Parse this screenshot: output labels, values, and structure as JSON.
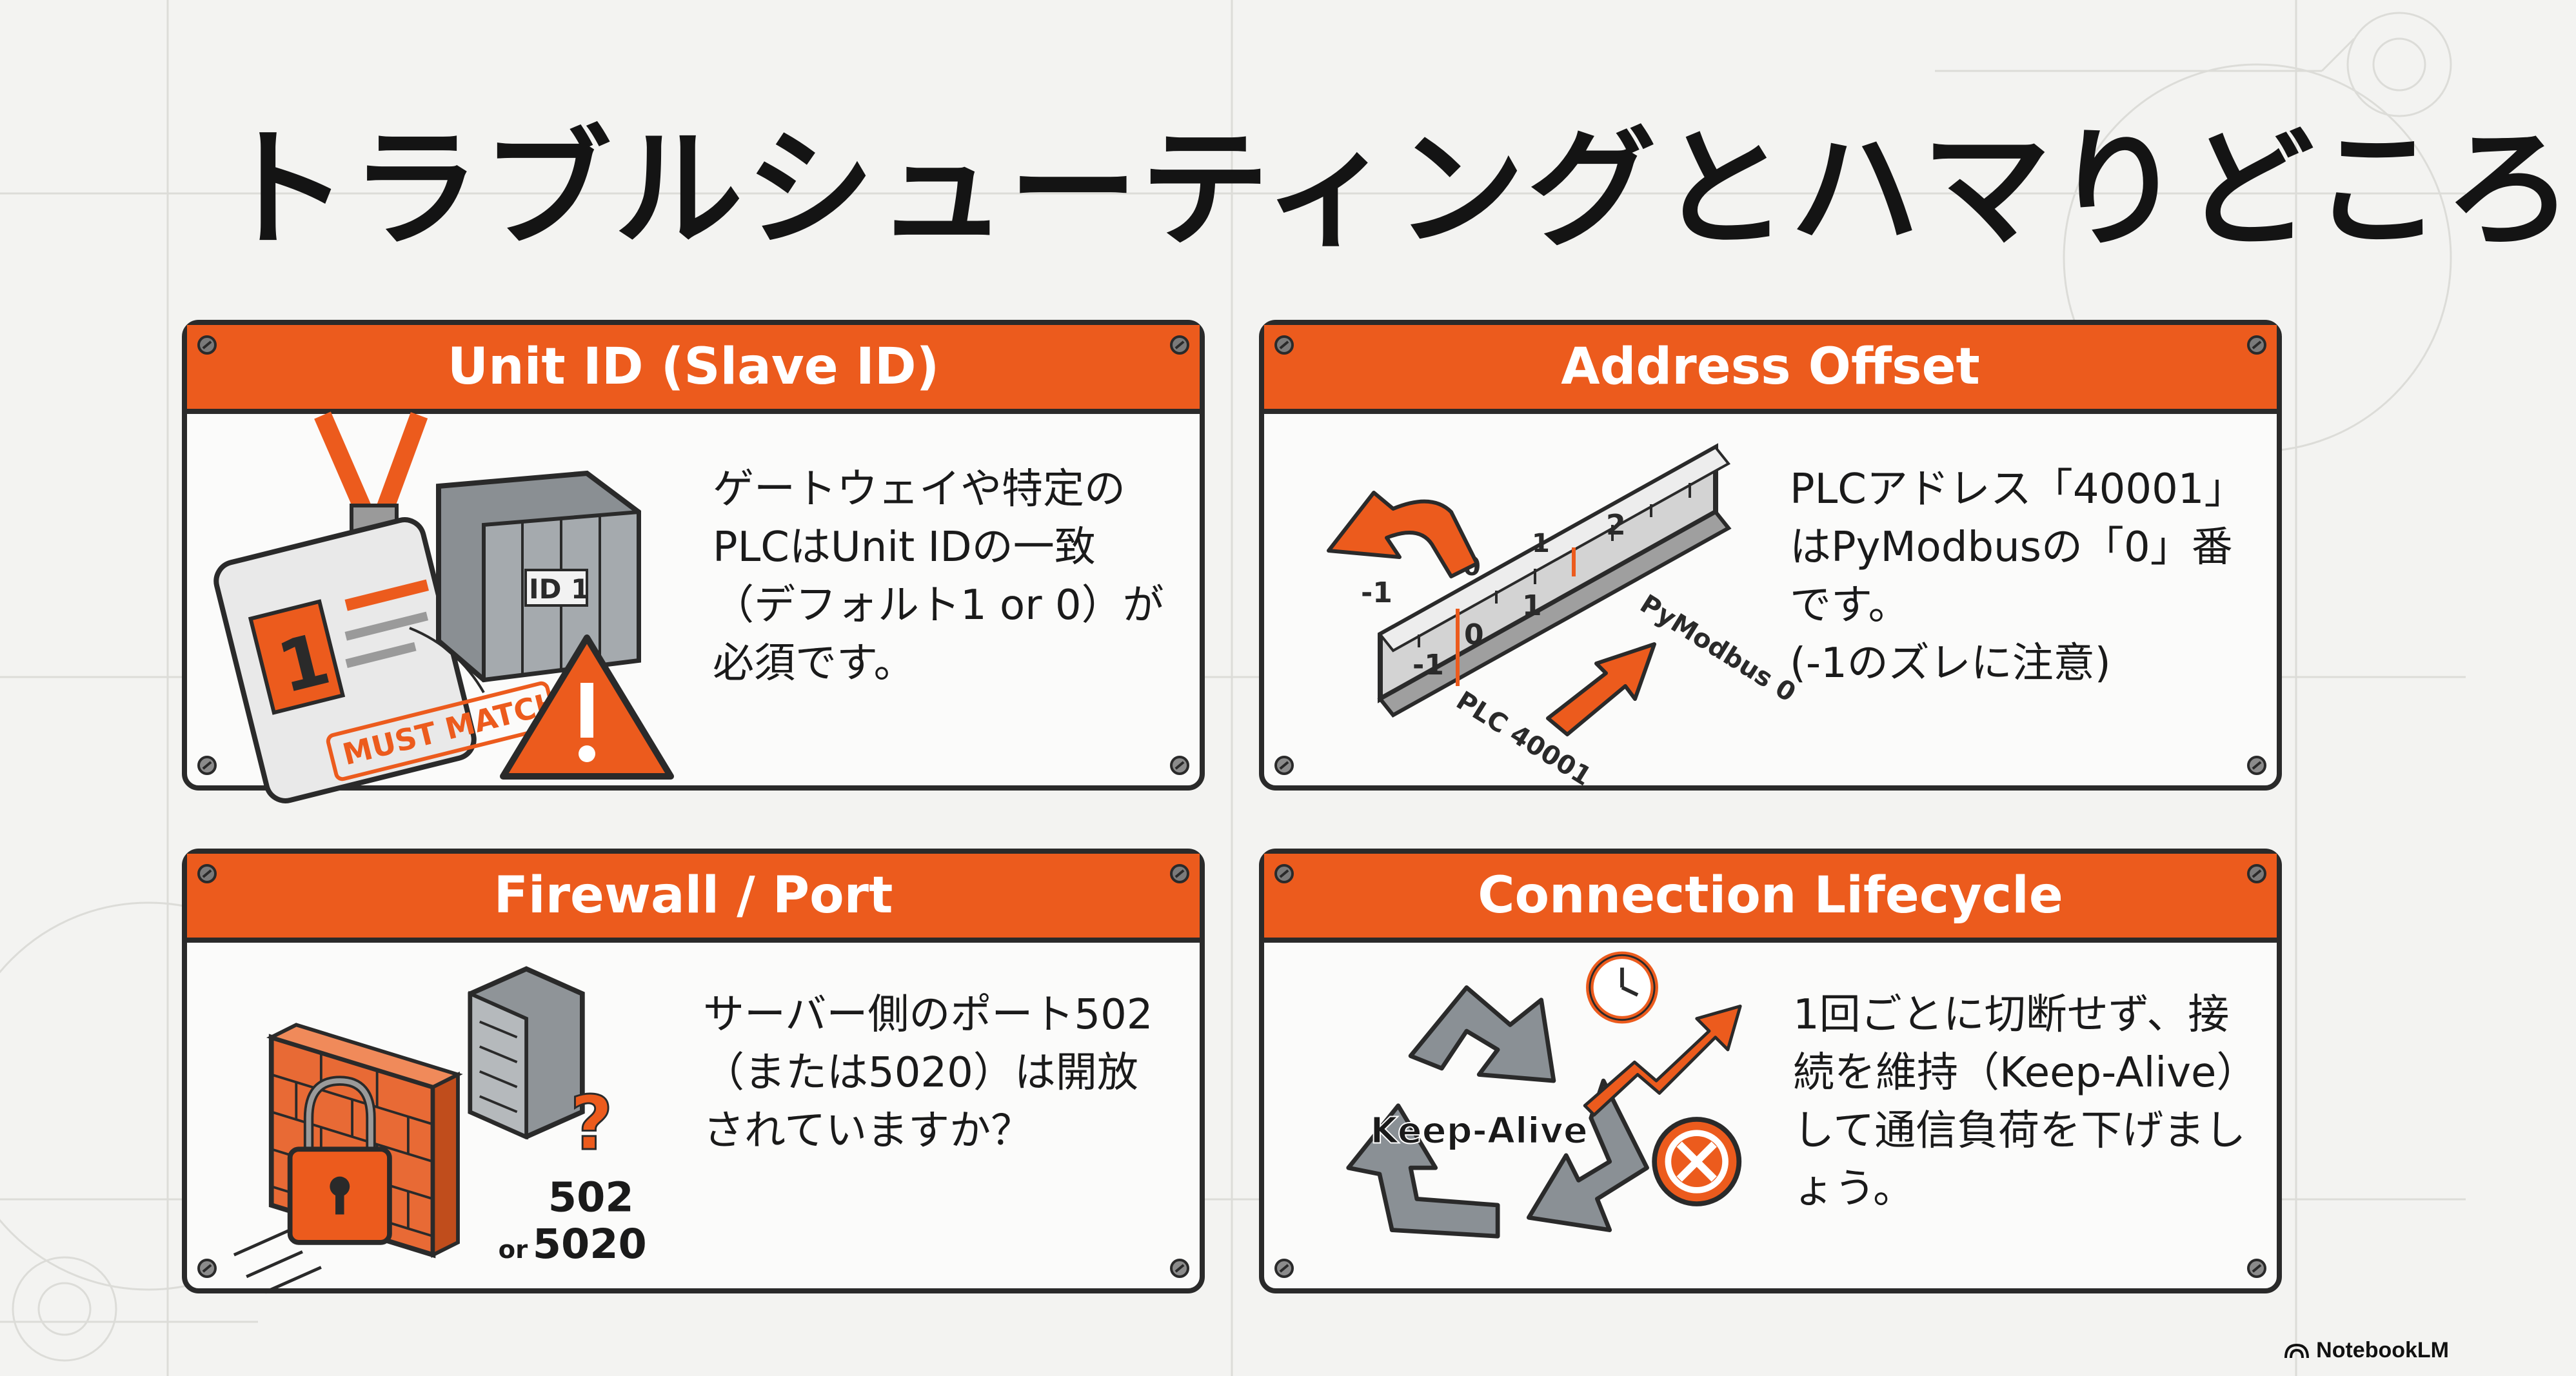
{
  "title": "トラブルシューティングとハマりどころ",
  "cards": [
    {
      "header": "Unit ID (Slave ID)",
      "body": "ゲートウェイや特定の\nPLCはUnit IDの一致\n（デフォルト1 or 0）が\n必須です。",
      "illustration": {
        "badge_number": "1",
        "device_label": "ID 1",
        "stamp": "MUST MATCH",
        "icons": [
          "id-badge-icon",
          "plc-device-icon",
          "warning-icon"
        ]
      }
    },
    {
      "header": "Address Offset",
      "body": "PLCアドレス「40001」\nはPyModbusの「0」番\nです。\n(-1のズレに注意)",
      "illustration": {
        "ruler_top_ticks": [
          "-1",
          "0",
          "1",
          "2"
        ],
        "ruler_bottom_ticks": [
          "-1",
          "0",
          "1"
        ],
        "label_pymodbus": "PyModbus 0",
        "label_plc": "PLC 40001",
        "icons": [
          "ruler-icon",
          "arrow-icon"
        ]
      }
    },
    {
      "header": "Firewall / Port",
      "body": "サーバー側のポート502\n（または5020）は開放\nされていますか？",
      "illustration": {
        "port_primary": "502",
        "port_or": "or",
        "port_secondary": "5020",
        "question_mark": "?",
        "icons": [
          "brick-wall-icon",
          "padlock-icon",
          "server-icon",
          "question-icon"
        ]
      }
    },
    {
      "header": "Connection Lifecycle",
      "body": "1回ごとに切断せず、接\n続を維持（Keep-Alive）\nして通信負荷を下げまし\nょう。",
      "illustration": {
        "cycle_label": "Keep-Alive",
        "icons": [
          "recycle-arrows-icon",
          "clock-icon",
          "trend-up-arrow-icon",
          "cancel-icon"
        ]
      }
    }
  ],
  "brand": "NotebookLM",
  "colors": {
    "accent": "#ec5b1d",
    "outline": "#2a2a2a",
    "background": "#f3f3f1",
    "card": "#fbfbfa"
  }
}
